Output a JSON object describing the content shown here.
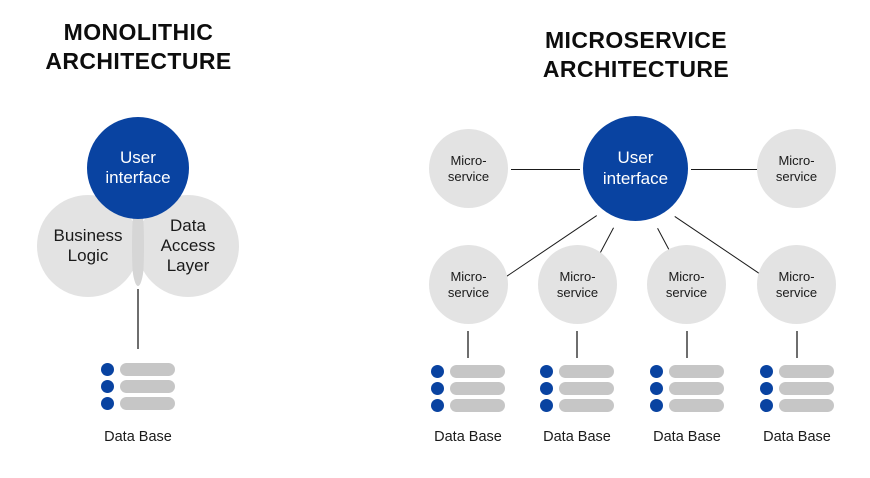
{
  "meta": {
    "background_color": "#ffffff",
    "accent_blue": "#0943a1",
    "node_gray": "#e3e3e3",
    "bar_gray": "#c6c6c6",
    "text_color": "#1a1a1a"
  },
  "panels": {
    "monolithic": {
      "title": "MONOLITHIC\nARCHITECTURE",
      "nodes": {
        "user_interface": "User\ninterface",
        "business_logic": "Business\nLogic",
        "data_access_layer": "Data\nAccess\nLayer"
      },
      "database": {
        "label": "Data Base",
        "rows": 3
      }
    },
    "microservice": {
      "title": "MICROSERVICE\nARCHITECTURE",
      "hub": "User\ninterface",
      "services": [
        {
          "label": "Micro-\nservice"
        },
        {
          "label": "Micro-\nservice"
        },
        {
          "label": "Micro-\nservice"
        },
        {
          "label": "Micro-\nservice"
        },
        {
          "label": "Micro-\nservice"
        },
        {
          "label": "Micro-\nservice"
        }
      ],
      "databases": [
        {
          "label": "Data Base",
          "rows": 3
        },
        {
          "label": "Data Base",
          "rows": 3
        },
        {
          "label": "Data Base",
          "rows": 3
        },
        {
          "label": "Data Base",
          "rows": 3
        }
      ]
    }
  }
}
